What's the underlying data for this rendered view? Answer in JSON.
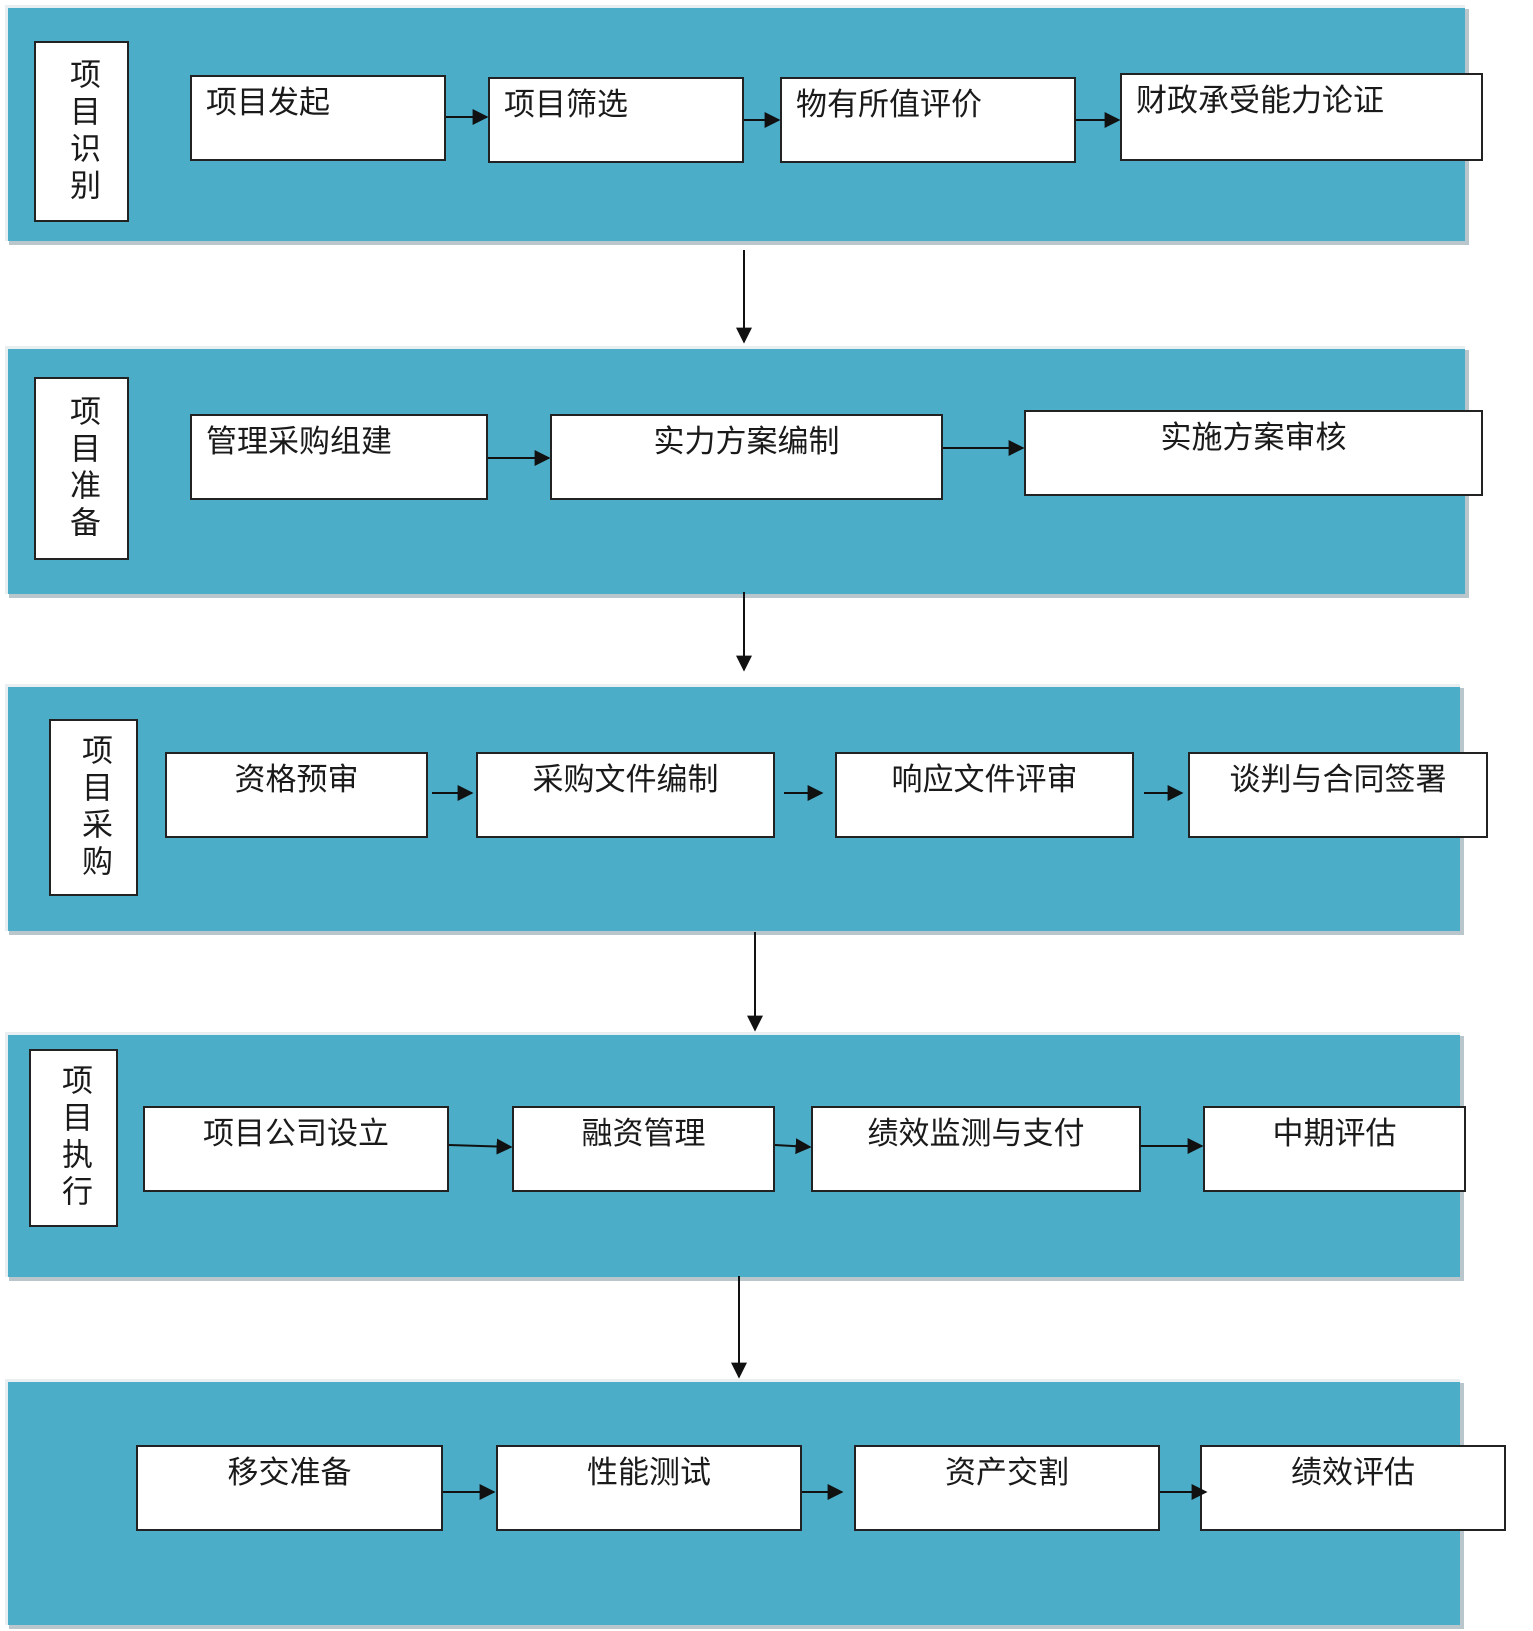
{
  "stages": [
    {
      "label": "项目识别",
      "steps": [
        "项目发起",
        "项目筛选",
        "物有所值评价",
        "财政承受能力论证"
      ]
    },
    {
      "label": "项目准备",
      "steps": [
        "管理采购组建",
        "实力方案编制",
        "实施方案审核"
      ]
    },
    {
      "label": "项目采购",
      "steps": [
        "资格预审",
        "采购文件编制",
        "响应文件评审",
        "谈判与合同签署"
      ]
    },
    {
      "label": "项目执行",
      "steps": [
        "项目公司设立",
        "融资管理",
        "绩效监测与支付",
        "中期评估"
      ]
    },
    {
      "label": "",
      "steps": [
        "移交准备",
        "性能测试",
        "资产交割",
        "绩效评估"
      ]
    }
  ],
  "colors": {
    "panel": "#4badc8",
    "box_border": "#222222",
    "arrow": "#111111"
  }
}
